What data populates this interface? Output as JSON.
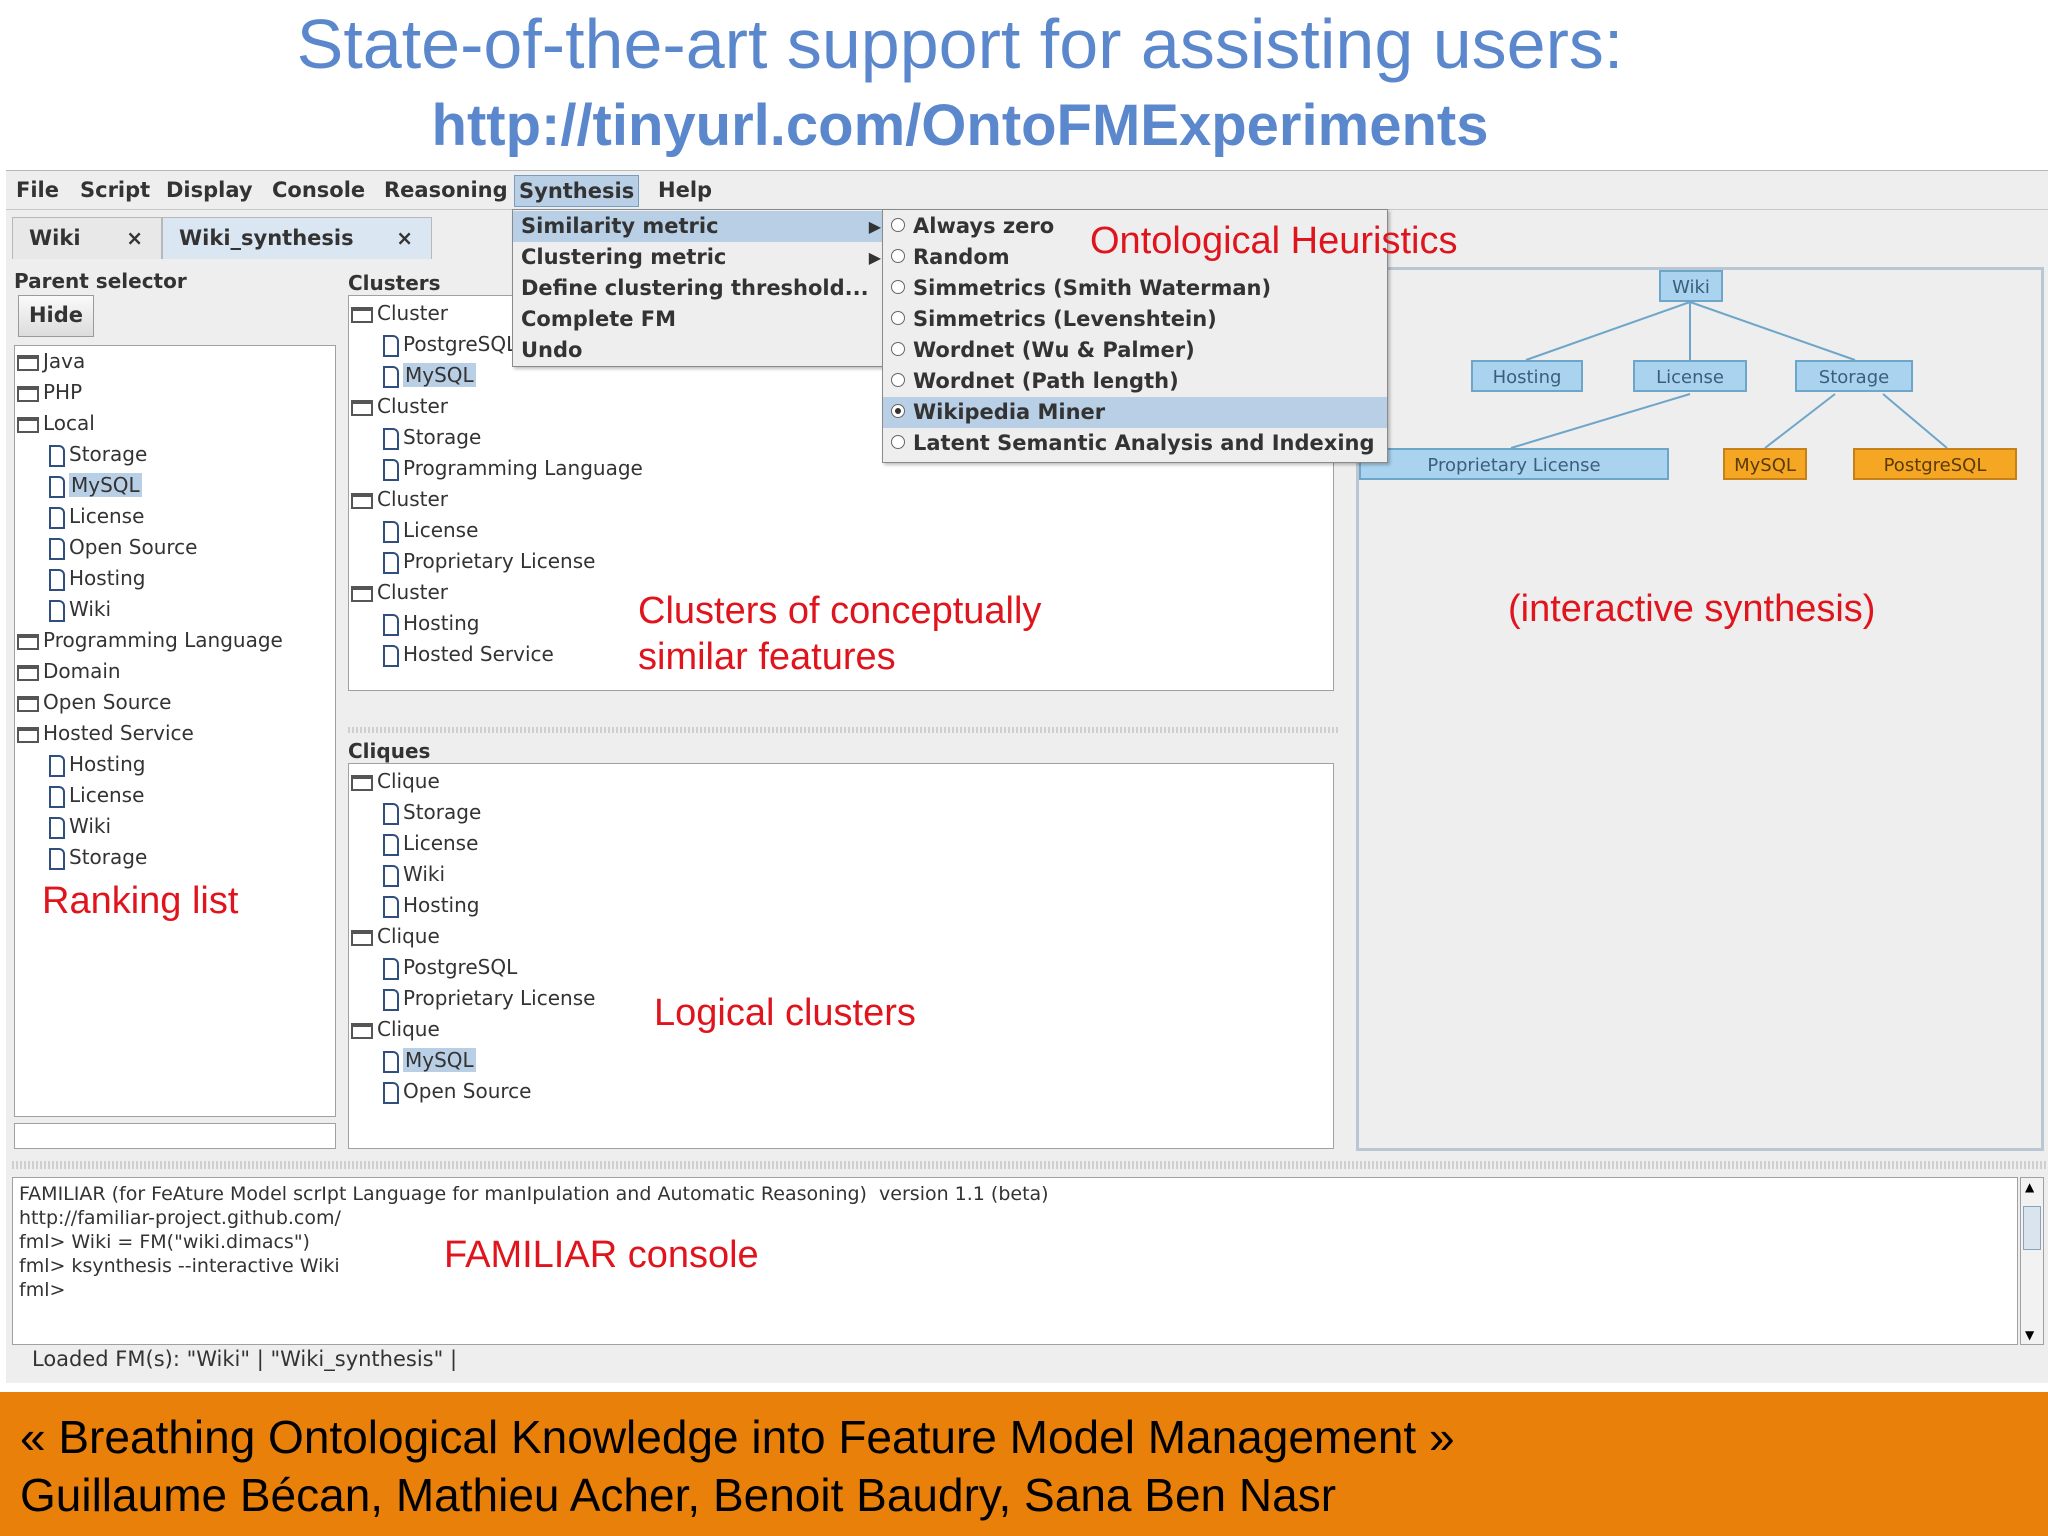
{
  "slide": {
    "title": "State-of-the-art support for assisting users:",
    "url": "http://tinyurl.com/OntoFMExperiments"
  },
  "menubar": [
    "File",
    "Script",
    "Display",
    "Console",
    "Reasoning",
    "Synthesis",
    "Help"
  ],
  "tabs": [
    {
      "label": "Wiki",
      "close": "×"
    },
    {
      "label": "Wiki_synthesis",
      "close": "×"
    }
  ],
  "parent_selector": {
    "header": "Parent selector",
    "hide_button": "Hide",
    "tree": [
      {
        "label": "Java",
        "type": "folder",
        "indent": 0
      },
      {
        "label": "PHP",
        "type": "folder",
        "indent": 0
      },
      {
        "label": "Local",
        "type": "folder",
        "indent": 0
      },
      {
        "label": "Storage",
        "type": "doc",
        "indent": 1
      },
      {
        "label": "MySQL",
        "type": "doc",
        "indent": 1,
        "highlight": true
      },
      {
        "label": "License",
        "type": "doc",
        "indent": 1
      },
      {
        "label": "Open Source",
        "type": "doc",
        "indent": 1
      },
      {
        "label": "Hosting",
        "type": "doc",
        "indent": 1
      },
      {
        "label": "Wiki",
        "type": "doc",
        "indent": 1
      },
      {
        "label": "Programming Language",
        "type": "folder",
        "indent": 0
      },
      {
        "label": "Domain",
        "type": "folder",
        "indent": 0
      },
      {
        "label": "Open Source",
        "type": "folder",
        "indent": 0
      },
      {
        "label": "Hosted Service",
        "type": "folder",
        "indent": 0
      },
      {
        "label": "Hosting",
        "type": "doc",
        "indent": 1
      },
      {
        "label": "License",
        "type": "doc",
        "indent": 1
      },
      {
        "label": "Wiki",
        "type": "doc",
        "indent": 1
      },
      {
        "label": "Storage",
        "type": "doc",
        "indent": 1
      }
    ]
  },
  "clusters": {
    "header": "Clusters",
    "tree": [
      {
        "label": "Cluster",
        "type": "folder",
        "indent": 0
      },
      {
        "label": "PostgreSQL",
        "type": "doc",
        "indent": 1
      },
      {
        "label": "MySQL",
        "type": "doc",
        "indent": 1,
        "highlight": true
      },
      {
        "label": "Cluster",
        "type": "folder",
        "indent": 0
      },
      {
        "label": "Storage",
        "type": "doc",
        "indent": 1
      },
      {
        "label": "Programming Language",
        "type": "doc",
        "indent": 1
      },
      {
        "label": "Cluster",
        "type": "folder",
        "indent": 0
      },
      {
        "label": "License",
        "type": "doc",
        "indent": 1
      },
      {
        "label": "Proprietary License",
        "type": "doc",
        "indent": 1
      },
      {
        "label": "Cluster",
        "type": "folder",
        "indent": 0
      },
      {
        "label": "Hosting",
        "type": "doc",
        "indent": 1
      },
      {
        "label": "Hosted Service",
        "type": "doc",
        "indent": 1
      }
    ]
  },
  "cliques": {
    "header": "Cliques",
    "tree": [
      {
        "label": "Clique",
        "type": "folder",
        "indent": 0
      },
      {
        "label": "Storage",
        "type": "doc",
        "indent": 1
      },
      {
        "label": "License",
        "type": "doc",
        "indent": 1
      },
      {
        "label": "Wiki",
        "type": "doc",
        "indent": 1
      },
      {
        "label": "Hosting",
        "type": "doc",
        "indent": 1
      },
      {
        "label": "Clique",
        "type": "folder",
        "indent": 0
      },
      {
        "label": "PostgreSQL",
        "type": "doc",
        "indent": 1
      },
      {
        "label": "Proprietary License",
        "type": "doc",
        "indent": 1
      },
      {
        "label": "Clique",
        "type": "folder",
        "indent": 0
      },
      {
        "label": "MySQL",
        "type": "doc",
        "indent": 1,
        "highlight": true
      },
      {
        "label": "Open Source",
        "type": "doc",
        "indent": 1
      }
    ]
  },
  "synthesis_menu": [
    {
      "label": "Similarity metric",
      "submenu": true,
      "selected": true
    },
    {
      "label": "Clustering metric",
      "submenu": true
    },
    {
      "label": "Define clustering threshold...",
      "submenu": false
    },
    {
      "label": "Complete FM",
      "submenu": false
    },
    {
      "label": "Undo",
      "submenu": false
    }
  ],
  "similarity_submenu": [
    {
      "label": "Always zero",
      "checked": false
    },
    {
      "label": "Random",
      "checked": false
    },
    {
      "label": "Simmetrics (Smith Waterman)",
      "checked": false
    },
    {
      "label": "Simmetrics (Levenshtein)",
      "checked": false
    },
    {
      "label": "Wordnet (Wu & Palmer)",
      "checked": false
    },
    {
      "label": "Wordnet (Path length)",
      "checked": false
    },
    {
      "label": "Wikipedia Miner",
      "checked": true
    },
    {
      "label": "Latent Semantic Analysis and Indexing",
      "checked": false
    }
  ],
  "feature_model": {
    "root": "Wiki",
    "level1": [
      "Hosting",
      "License",
      "Storage"
    ],
    "level2": [
      "Proprietary License",
      "MySQL",
      "PostgreSQL"
    ],
    "colors": {
      "abstract": "#a9d3ef",
      "leaf": "#f5a623"
    }
  },
  "annotations": {
    "ontological": "Ontological Heuristics",
    "clusters": "Clusters of conceptually\nsimilar features",
    "interactive": "(interactive synthesis)",
    "ranking": "Ranking list",
    "logical": "Logical clusters",
    "console": "FAMILIAR console"
  },
  "console": {
    "lines": [
      "FAMILIAR (for FeAture Model scrIpt Language for manIpulation and Automatic Reasoning)  version 1.1 (beta)",
      "http://familiar-project.github.com/",
      "fml> Wiki = FM(\"wiki.dimacs\")",
      "fml> ksynthesis --interactive Wiki",
      "fml>"
    ]
  },
  "status": "Loaded FM(s): \"Wiki\" | \"Wiki_synthesis\" |",
  "footer": {
    "line1": "« Breathing Ontological Knowledge into Feature Model Management »",
    "line2": "Guillaume Bécan, Mathieu Acher,  Benoit Baudry, Sana Ben Nasr"
  }
}
